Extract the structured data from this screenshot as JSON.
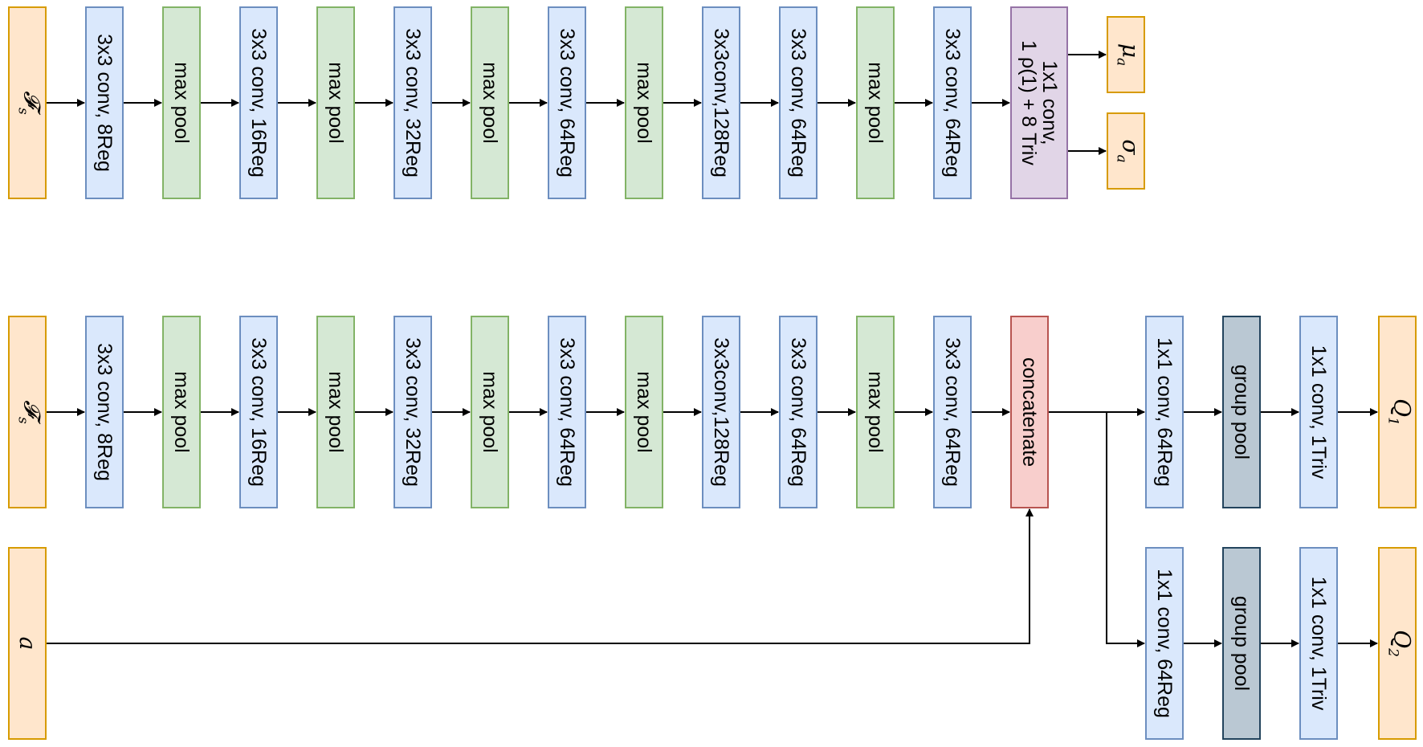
{
  "colors": {
    "conv_fill": "#dae8fc",
    "conv_stroke": "#6c8ebf",
    "pool_fill": "#d5e8d4",
    "pool_stroke": "#82b366",
    "io_fill": "#ffe6cc",
    "io_stroke": "#d79b00",
    "head_fill": "#e1d5e7",
    "head_stroke": "#9673a6",
    "concat_fill": "#f8cecc",
    "concat_stroke": "#b85450",
    "group_pool_fill": "#bac8d3",
    "group_pool_stroke": "#23445d"
  },
  "actor": {
    "input": {
      "symbol": "𝓕",
      "sub": "s"
    },
    "layers": [
      "3x3 conv, 8Reg",
      "max pool",
      "3x3 conv, 16Reg",
      "max pool",
      "3x3 conv, 32Reg",
      "max pool",
      "3x3 conv, 64Reg",
      "max pool",
      "3x3conv,128Reg",
      "3x3 conv, 64Reg",
      "max pool",
      "3x3 conv, 64Reg"
    ],
    "head": "1x1 conv,\n1 ρ(1) + 8 Triv",
    "outputs": [
      {
        "symbol": "μ",
        "sub": "a"
      },
      {
        "symbol": "σ",
        "sub": "a"
      }
    ]
  },
  "critic": {
    "input": {
      "symbol": "𝓕",
      "sub": "s"
    },
    "action_input": {
      "symbol": "a"
    },
    "layers": [
      "3x3 conv, 8Reg",
      "max pool",
      "3x3 conv, 16Reg",
      "max pool",
      "3x3 conv, 32Reg",
      "max pool",
      "3x3 conv, 64Reg",
      "max pool",
      "3x3conv,128Reg",
      "3x3 conv, 64Reg",
      "max pool",
      "3x3 conv, 64Reg"
    ],
    "concat": "concatenate",
    "branches": [
      {
        "conv1": "1x1 conv, 64Reg",
        "pool": "group pool",
        "conv2": "1x1 conv, 1Triv",
        "output": {
          "symbol": "Q",
          "sub": "1"
        }
      },
      {
        "conv1": "1x1 conv, 64Reg",
        "pool": "group pool",
        "conv2": "1x1 conv, 1Triv",
        "output": {
          "symbol": "Q",
          "sub": "2"
        }
      }
    ]
  }
}
